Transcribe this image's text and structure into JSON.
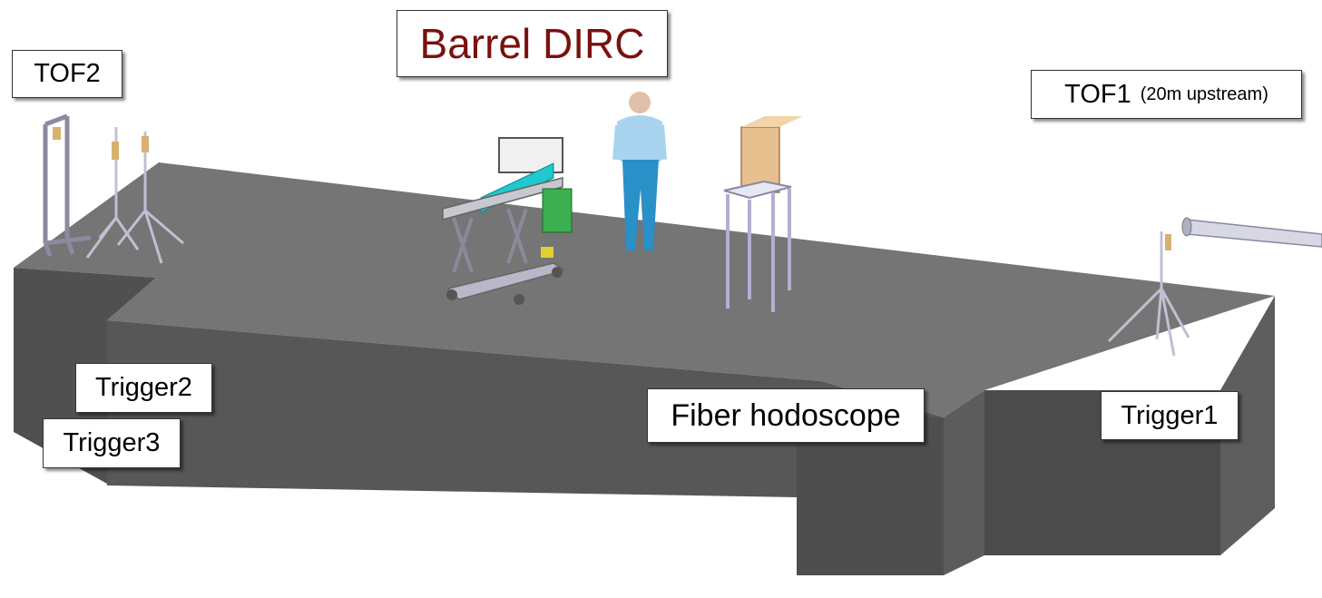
{
  "title": "Barrel DIRC",
  "colors": {
    "title": "#7a1010",
    "floor_top": "#737373",
    "floor_side": "#555555",
    "floor_side_dark": "#4a4a4a",
    "frame": "#a8a8c0",
    "dirc_bar": "#20c8d0"
  },
  "labels": {
    "tof2": "TOF2",
    "tof1": "TOF1",
    "tof1_note": "(20m upstream)",
    "trigger1": "Trigger1",
    "trigger2": "Trigger2",
    "trigger3": "Trigger3",
    "fiber_hodoscope": "Fiber hodoscope"
  }
}
